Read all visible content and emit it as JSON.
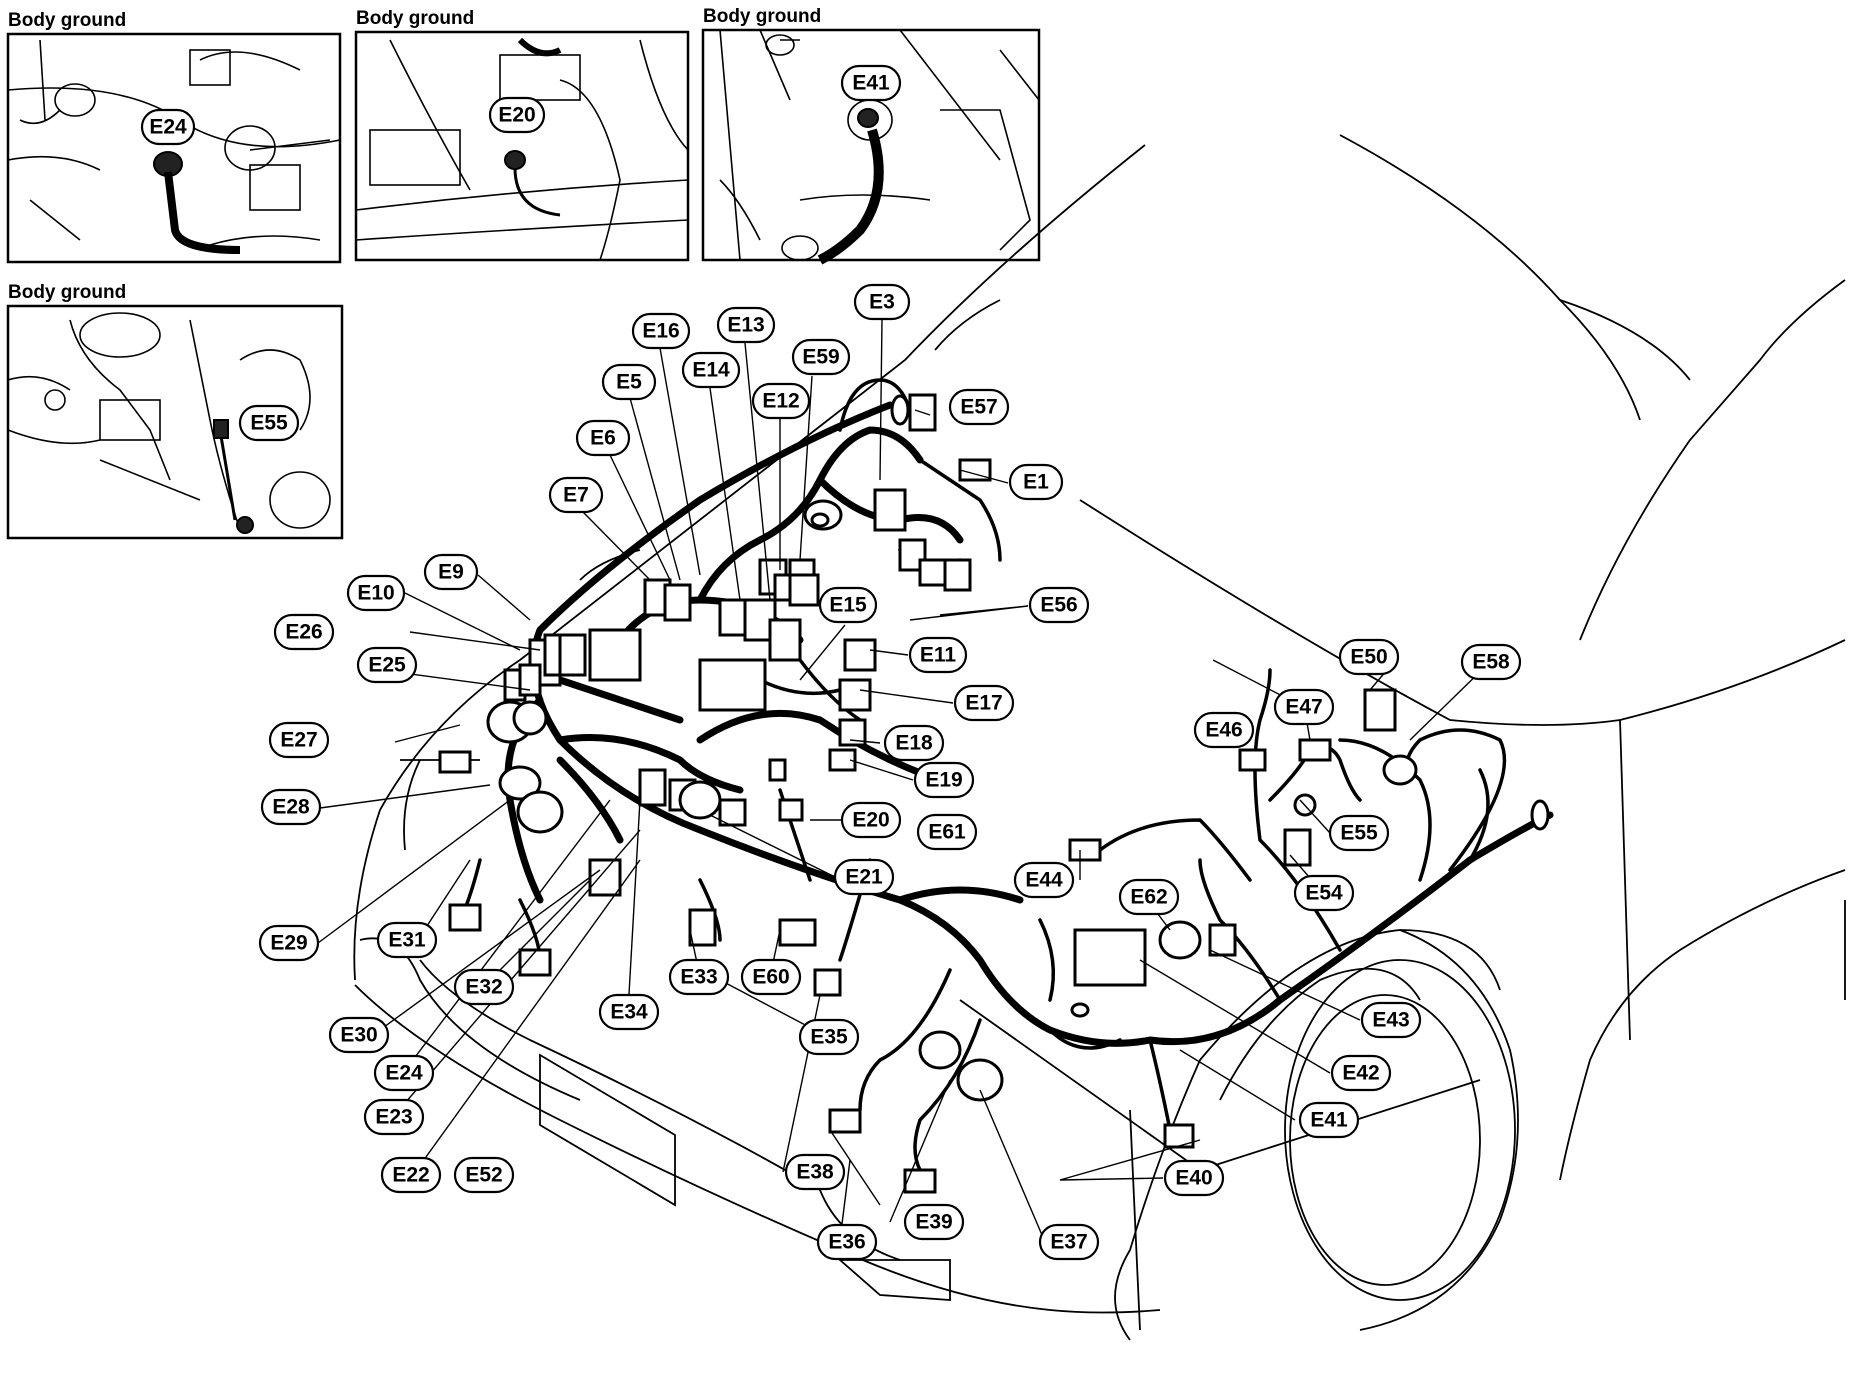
{
  "insets": [
    {
      "title": "Body ground",
      "label": "E24"
    },
    {
      "title": "Body ground",
      "label": "E20"
    },
    {
      "title": "Body ground",
      "label": "E41"
    },
    {
      "title": "Body ground",
      "label": "E55"
    }
  ],
  "labels": [
    "E3",
    "E16",
    "E13",
    "E59",
    "E5",
    "E14",
    "E12",
    "E57",
    "E6",
    "E1",
    "E7",
    "E56",
    "E9",
    "E15",
    "E10",
    "E26",
    "E11",
    "E25",
    "E17",
    "E18",
    "E27",
    "E19",
    "E28",
    "E20",
    "E61",
    "E21",
    "E46",
    "E47",
    "E50",
    "E58",
    "E55",
    "E44",
    "E62",
    "E54",
    "E29",
    "E31",
    "E32",
    "E33",
    "E60",
    "E34",
    "E30",
    "E35",
    "E24",
    "E43",
    "E42",
    "E23",
    "E41",
    "E38",
    "E40",
    "E22",
    "E52",
    "E39",
    "E36",
    "E37"
  ]
}
